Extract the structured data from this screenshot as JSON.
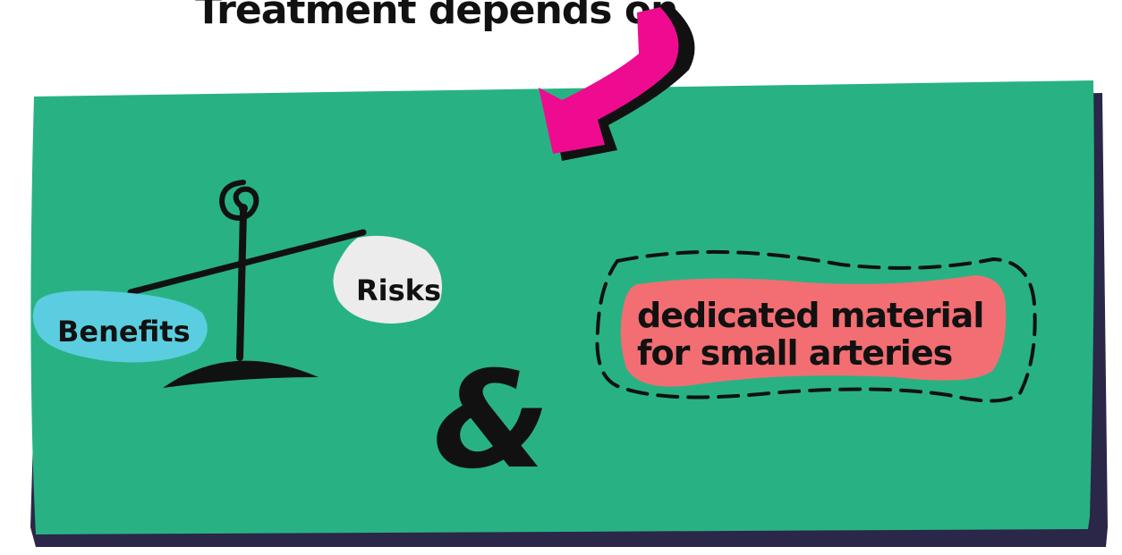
{
  "heading": "Treatment depends on",
  "scale": {
    "left_label": "Benefits",
    "right_label": "Risks"
  },
  "ampersand": "&",
  "box": {
    "line1": "dedicated material",
    "line2": "for small arteries"
  },
  "colors": {
    "panel": "#28b283",
    "panel_shadow": "#2a2748",
    "arrow": "#ee0b8f",
    "benefits_blob": "#5bcde0",
    "risks_blob": "#ececec",
    "material_blob": "#f26e72",
    "ink": "#111111"
  }
}
